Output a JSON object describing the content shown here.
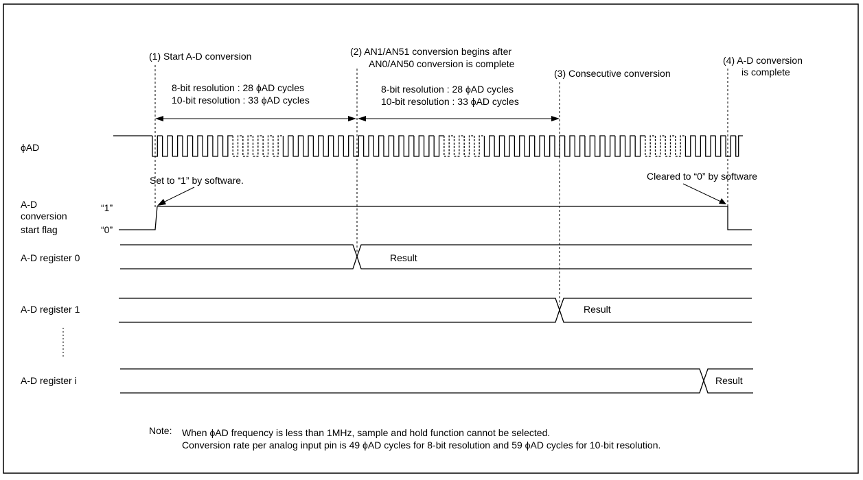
{
  "labels": {
    "step1": "(1) Start A-D conversion",
    "step2_line1": "(2) AN1/AN51 conversion begins after",
    "step2_line2": "AN0/AN50 conversion is complete",
    "step3": "(3) Consecutive conversion",
    "step4_line1": "(4) A-D conversion",
    "step4_line2": "is complete",
    "timing_a_line1": "8-bit resolution : 28 ϕAD cycles",
    "timing_a_line2": "10-bit resolution : 33 ϕAD cycles",
    "timing_b_line1": "8-bit resolution : 28 ϕAD cycles",
    "timing_b_line2": "10-bit resolution : 33 ϕAD cycles",
    "set_text": "Set to “1” by software.",
    "cleared_text": "Cleared to “0” by software"
  },
  "signals": {
    "clock": "ϕAD",
    "flag_line1": "A-D",
    "flag_line2": "conversion",
    "flag_line3": "start flag",
    "flag_one": "“1”",
    "flag_zero": "“0”",
    "reg0": "A-D register 0",
    "reg1": "A-D register 1",
    "regi": "A-D register i",
    "result0": "Result",
    "result1": "Result",
    "resulti": "Result"
  },
  "note": {
    "prefix": "Note:",
    "line1": "When ϕAD frequency is less than 1MHz, sample and hold function cannot be selected.",
    "line2": "Conversion rate per analog input pin is 49 ϕAD cycles for 8-bit resolution and 59 ϕAD cycles for 10-bit resolution."
  }
}
